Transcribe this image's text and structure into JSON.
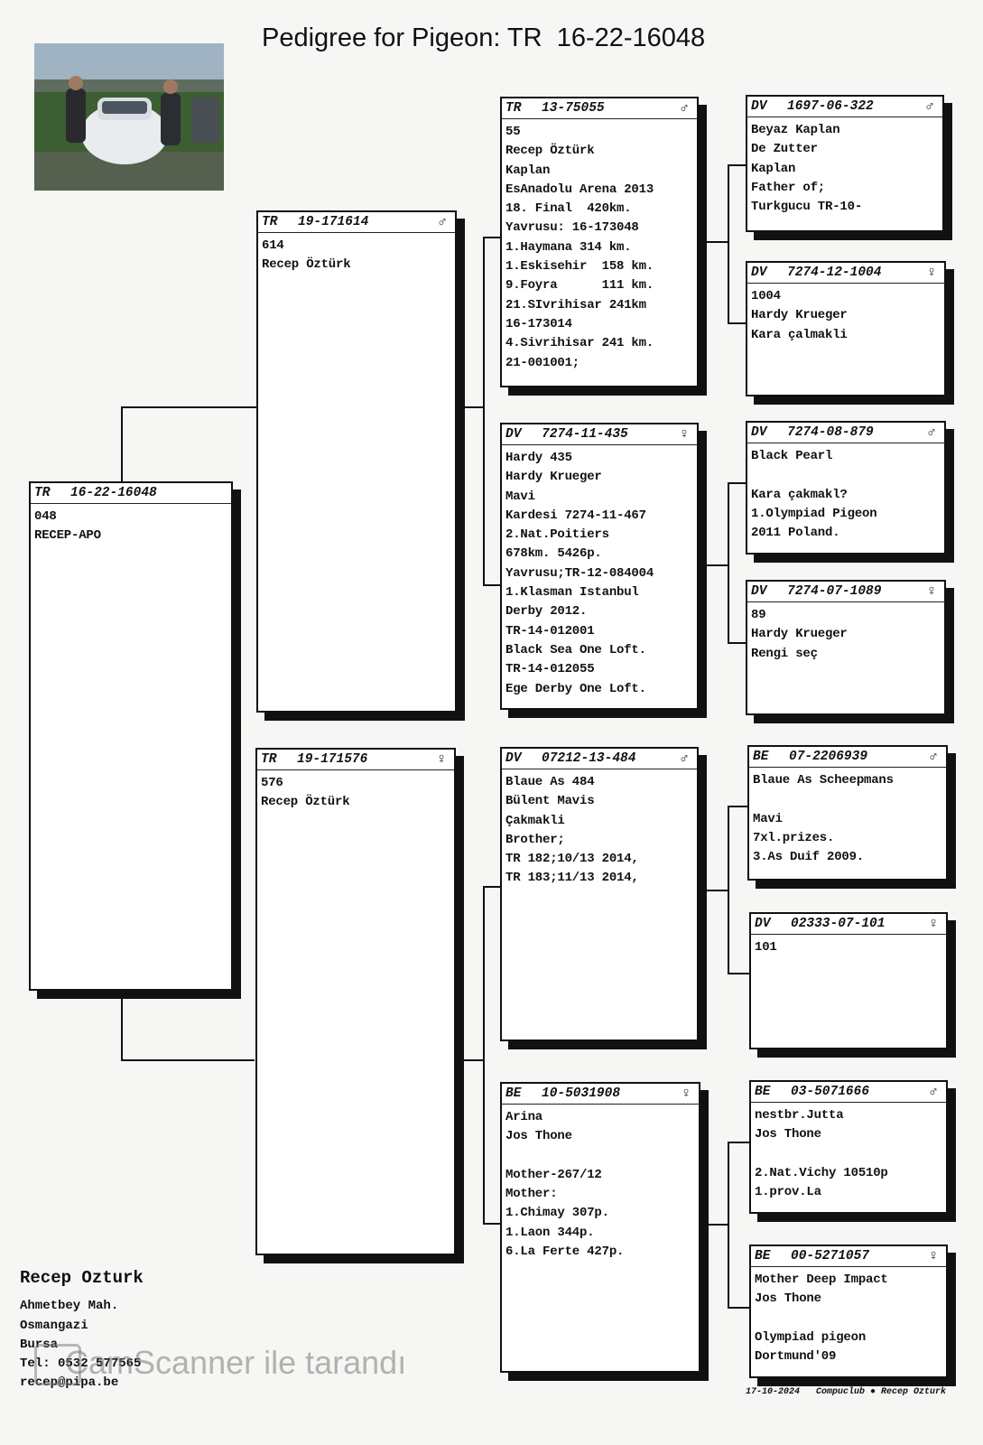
{
  "title": "Pedigree for Pigeon: TR  16-22-16048",
  "photo_icon": "photo-of-people-beside-white-car",
  "pigeons": {
    "subject": {
      "country": "TR",
      "ring": "16-22-16048",
      "sex": "",
      "lines": [
        "048",
        "RECEP-APO"
      ]
    },
    "sire": {
      "country": "TR",
      "ring": "19-171614",
      "sex": "♂",
      "lines": [
        "614",
        "Recep Öztürk"
      ]
    },
    "dam": {
      "country": "TR",
      "ring": "19-171576",
      "sex": "♀",
      "lines": [
        "576",
        "Recep Öztürk"
      ]
    },
    "sire_sire": {
      "country": "TR",
      "ring": "13-75055",
      "sex": "♂",
      "lines": [
        "55",
        "Recep Öztürk",
        "Kaplan",
        "EsAnadolu Arena 2013",
        "18. Final  420km.",
        "Yavrusu: 16-173048",
        "1.Haymana 314 km.",
        "1.Eskisehir  158 km.",
        "9.Foyra      111 km.",
        "21.SIvrihisar 241km",
        "16-173014",
        "4.Sivrihisar 241 km.",
        "21-001001;"
      ]
    },
    "sire_dam": {
      "country": "DV",
      "ring": "7274-11-435",
      "sex": "♀",
      "lines": [
        "Hardy 435",
        "Hardy Krueger",
        "Mavi",
        "Kardesi 7274-11-467",
        "2.Nat.Poitiers",
        "678km. 5426p.",
        "Yavrusu;TR-12-084004",
        "1.Klasman Istanbul",
        "Derby 2012.",
        "TR-14-012001",
        "Black Sea One Loft.",
        "TR-14-012055",
        "Ege Derby One Loft."
      ]
    },
    "dam_sire": {
      "country": "DV",
      "ring": "07212-13-484",
      "sex": "♂",
      "lines": [
        "Blaue As 484",
        "Bülent Mavis",
        "Çakmakli",
        "Brother;",
        "TR 182;10/13 2014,",
        "TR 183;11/13 2014,"
      ]
    },
    "dam_dam": {
      "country": "BE",
      "ring": "10-5031908",
      "sex": "♀",
      "lines": [
        "Arina",
        "Jos Thone",
        "",
        "Mother-267/12",
        "Mother:",
        "1.Chimay 307p.",
        "1.Laon 344p.",
        "6.La Ferte 427p."
      ]
    },
    "ss_sire": {
      "country": "DV",
      "ring": "1697-06-322",
      "sex": "♂",
      "lines": [
        "Beyaz Kaplan",
        "De Zutter",
        "Kaplan",
        "Father of;",
        "Turkgucu TR-10-"
      ]
    },
    "ss_dam": {
      "country": "DV",
      "ring": "7274-12-1004",
      "sex": "♀",
      "lines": [
        "1004",
        "Hardy Krueger",
        "Kara çalmakli"
      ]
    },
    "sd_sire": {
      "country": "DV",
      "ring": "7274-08-879",
      "sex": "♂",
      "lines": [
        "Black Pearl",
        "",
        "Kara çakmakl?",
        "1.Olympiad Pigeon",
        "2011 Poland."
      ]
    },
    "sd_dam": {
      "country": "DV",
      "ring": "7274-07-1089",
      "sex": "♀",
      "lines": [
        "89",
        "Hardy Krueger",
        "Rengi seç"
      ]
    },
    "ds_sire": {
      "country": "BE",
      "ring": "07-2206939",
      "sex": "♂",
      "lines": [
        "Blaue As Scheepmans",
        "",
        "Mavi",
        "7xl.prizes.",
        "3.As Duif 2009."
      ]
    },
    "ds_dam": {
      "country": "DV",
      "ring": "02333-07-101",
      "sex": "♀",
      "lines": [
        "101"
      ]
    },
    "dd_sire": {
      "country": "BE",
      "ring": "03-5071666",
      "sex": "♂",
      "lines": [
        "nestbr.Jutta",
        "Jos Thone",
        "",
        "2.Nat.Vichy 10510p",
        "1.prov.La"
      ]
    },
    "dd_dam": {
      "country": "BE",
      "ring": "00-5271057",
      "sex": "♀",
      "lines": [
        "Mother Deep Impact",
        "Jos Thone",
        "",
        "Olympiad pigeon",
        "Dortmund'09"
      ]
    }
  },
  "owner": {
    "name": "Recep Ozturk",
    "address1": "Ahmetbey Mah.",
    "address2": "Osmangazi",
    "city": "Bursa",
    "phone": "Tel: 0532 577565",
    "email": "recep@pipa.be"
  },
  "watermark": "CamScanner ile tarandı",
  "footer": "17-10-2024   Compuclub ● Recep Ozturk"
}
